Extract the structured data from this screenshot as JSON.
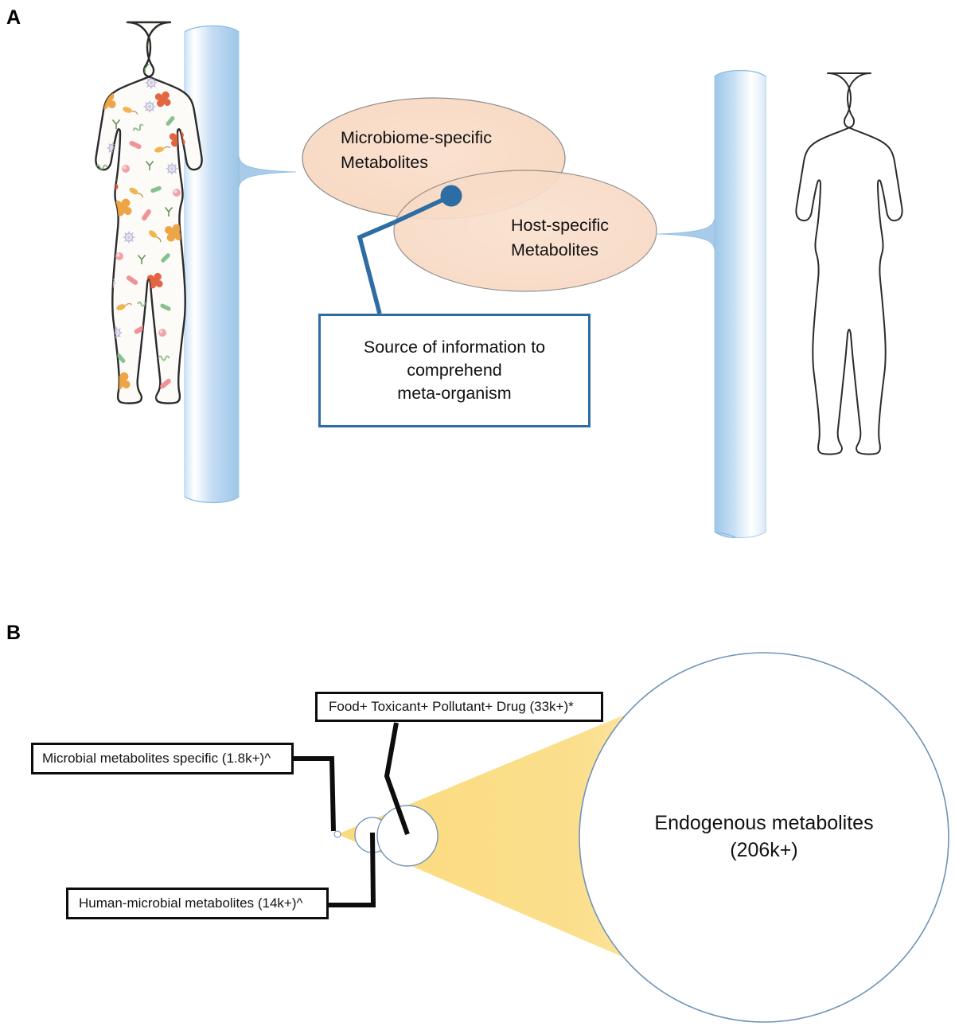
{
  "figure": {
    "panels": [
      {
        "id": "A",
        "label": "A"
      },
      {
        "id": "B",
        "label": "B"
      }
    ]
  },
  "panel_a": {
    "left_body": {
      "name": "microbiome-colonised-human-body"
    },
    "right_body": {
      "name": "host-human-body-outline"
    },
    "ellipses": [
      {
        "id": "microbiome",
        "label": "Microbiome-specific\nMetabolites"
      },
      {
        "id": "host",
        "label": "Host-specific\nMetabolites"
      }
    ],
    "callout": {
      "label": "Source of information to\ncomprehend\nmeta-organism"
    },
    "colors": {
      "ellipse_fill": "#f9ddc9",
      "ellipse_overlap_fill": "#f5cfb4",
      "ellipse_stroke": "#7f7f7f",
      "accent_blue": "#2e6ca4",
      "brace_blue": "#a8caea",
      "brace_blue_light": "#eaf3fb",
      "body_outline": "#2b2b2b"
    }
  },
  "panel_b": {
    "labels": [
      {
        "id": "microbial-specific",
        "text": "Microbial metabolites specific (1.8k+)^"
      },
      {
        "id": "food-toxicant-pollutant-drug",
        "text": "Food+ Toxicant+ Pollutant+ Drug (33k+)*"
      },
      {
        "id": "human-microbial",
        "text": "Human-microbial metabolites (14k+)^"
      }
    ],
    "endogenous": {
      "text": "Endogenous metabolites\n(206k+)"
    },
    "colors": {
      "cone_fill": "#fbdf8e",
      "circle_stroke": "#6f93b8",
      "connector": "#0d0d0d"
    }
  },
  "chart_data": {
    "type": "bubble",
    "title": "Relative sizes of metabolite classes in the human meta-organism",
    "unit": "compounds",
    "categories": [
      "Microbial metabolites specific",
      "Human-microbial metabolites",
      "Food+ Toxicant+ Pollutant+ Drug",
      "Endogenous metabolites"
    ],
    "labels": [
      "Microbial metabolites specific (1.8k+)^",
      "Human-microbial metabolites (14k+)^",
      "Food+ Toxicant+ Pollutant+ Drug (33k+)*",
      "Endogenous metabolites (206k+)"
    ],
    "values": [
      1800,
      14000,
      33000,
      206000
    ],
    "value_text": [
      "1.8k+",
      "14k+",
      "33k+",
      "206k+"
    ],
    "footnote_markers": [
      "^",
      "^",
      "*",
      ""
    ],
    "encoding": "area-proportional circles shown at increasing magnification along a cone",
    "legend": "none",
    "grid": false
  }
}
